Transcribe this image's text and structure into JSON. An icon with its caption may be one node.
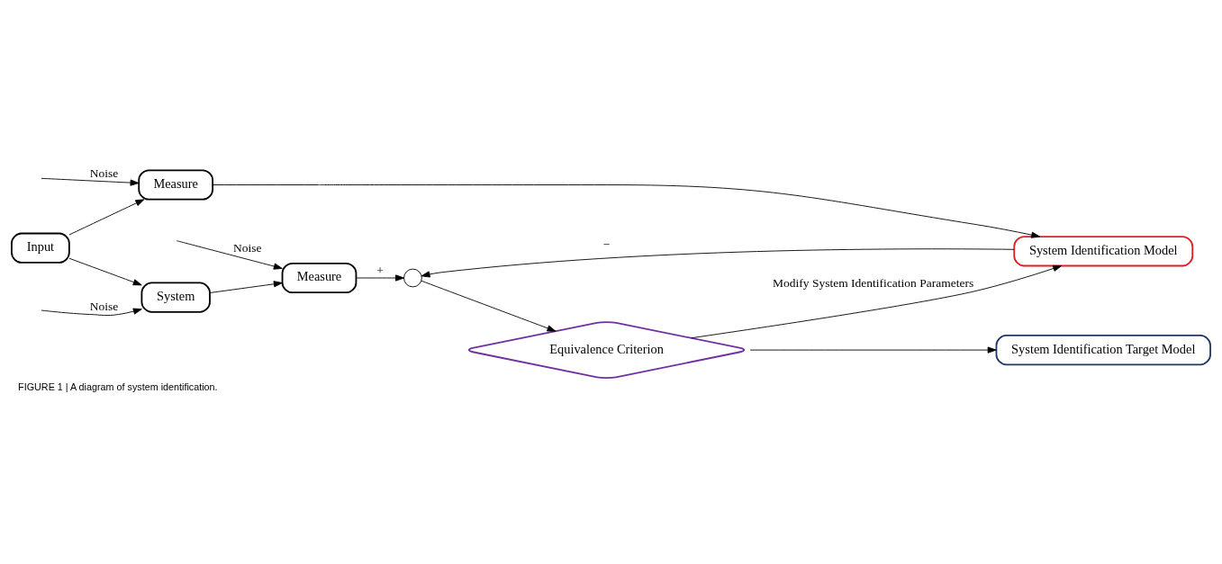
{
  "diagram": {
    "caption": "FIGURE 1 | A diagram of system identification.",
    "nodes": [
      {
        "text": [
          "Input"
        ]
      },
      {
        "text": [
          "System"
        ]
      },
      {
        "text": [
          "Measure"
        ]
      },
      {
        "text": [],
        "shape": "circle"
      },
      {
        "text": [
          "Equivalence Criterion"
        ]
      },
      {
        "text": [
          "System Identification Target Model"
        ]
      },
      {
        "text": [
          "Measure"
        ]
      },
      {
        "text": [
          "System Identification Model"
        ]
      }
    ],
    "edges": [
      {
        "from": 0,
        "to": 1,
        "arrow": "to"
      },
      {
        "from": 0,
        "to": 6,
        "arrow": "to"
      },
      {
        "from": null,
        "to": 1,
        "arrow": "to",
        "label": "Noise"
      },
      {
        "from": 1,
        "to": 2,
        "arrow": "to"
      },
      {
        "from": null,
        "to": 2,
        "arrow": "to",
        "label": "Noise"
      },
      {
        "from": 2,
        "to": 3,
        "arrow": "to",
        "label": "+"
      },
      {
        "from": 7,
        "to": 3,
        "arrow": "to",
        "label": "−"
      },
      {
        "from": 3,
        "to": 4,
        "arrow": "to"
      },
      {
        "from": 4,
        "to": 5,
        "arrow": "to"
      },
      {
        "from": 6,
        "to": 7,
        "arrow": "to"
      },
      {
        "from": null,
        "to": 6,
        "arrow": "to",
        "label": "Noise"
      },
      {
        "from": 4,
        "to": 7,
        "arrow": "to",
        "label": "Modify System Identification Parameters"
      }
    ]
  }
}
